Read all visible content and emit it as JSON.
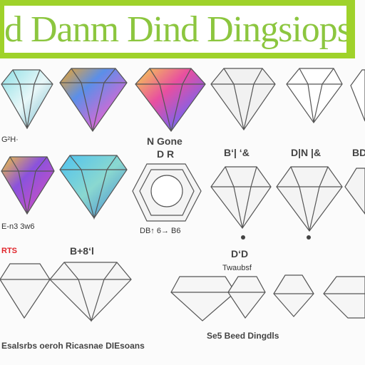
{
  "title": "d Danm Dind Dingsiops",
  "labels": {
    "row2_left": "G²H·",
    "row2_mid_top": "N Gone",
    "row2_mid_sub": "D R",
    "row2_c1": "B‘| ‘&",
    "row2_c2": "D|N |&",
    "row2_c3": "BD",
    "row3_left_a": "E-n3 3w6",
    "row3_mid": "DB↑ 6→ B6",
    "row3_left_accent": "RTS",
    "row3_mid_b": "B+8‘l",
    "row3_right": "D‘D",
    "row3_right_sub": "Twaubsf",
    "footer_left": "Esalsrbs oeroh Ricasnae DIEsoans",
    "footer_right": "Se5 Beed Dingdls"
  },
  "colors": {
    "banner": "#9fd22a",
    "title": "#8cc63f",
    "accent": "#e0242a",
    "line": "#555555"
  },
  "icons": [
    "diamond-icon-gradient-cyan",
    "diamond-icon-gradient-rainbow",
    "diamond-icon-gradient-pink",
    "diamond-icon-outline",
    "diamond-icon-outline",
    "diamond-icon-outline",
    "hexagon-diagram-icon"
  ]
}
